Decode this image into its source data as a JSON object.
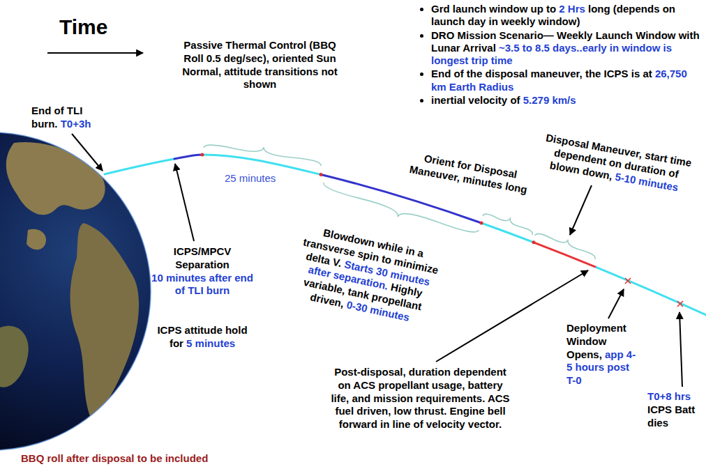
{
  "diagram": {
    "labels": [
      "Time",
      "Passive Thermal Control (BBQ Roll 0.5 deg/sec), oriented Sun Normal, attitude transitions not shown",
      "25 minutes",
      "End of TLI burn.",
      "T0+3h",
      "ICPS/MPCV Separation",
      "10 minutes after end of TLI burn",
      "ICPS attitude hold for",
      "5 minutes",
      "Blowdown while in a transverse spin to minimize delta V.",
      "Starts 30 minutes after separation.",
      "Highly variable, tank propellant driven,",
      "0-30 minutes",
      "Orient for Disposal Maneuver, minutes long",
      "Disposal Maneuver, start time dependent on duration of blown down,",
      "5-10 minutes",
      "Post-disposal, duration dependent on ACS propellant usage, battery life, and mission requirements. ACS fuel driven, low thrust. Engine bell forward in line of velocity vector.",
      "Deployment Window Opens,",
      "app 4-5 hours post T-0",
      "T0+8 hrs",
      "ICPS Batt dies",
      "BBQ roll after disposal to be included",
      "Grd launch window up to",
      "2 Hrs",
      "long (depends on launch day in weekly window)",
      "DRO Mission Scenario— Weekly Launch Window with Lunar Arrival",
      "~3.5 to 8.5 days..early in window is longest trip time",
      "End of the disposal maneuver, the ICPS is at",
      "26,750 km Earth Radius",
      "inertial velocity of",
      "5.279 km/s"
    ]
  }
}
